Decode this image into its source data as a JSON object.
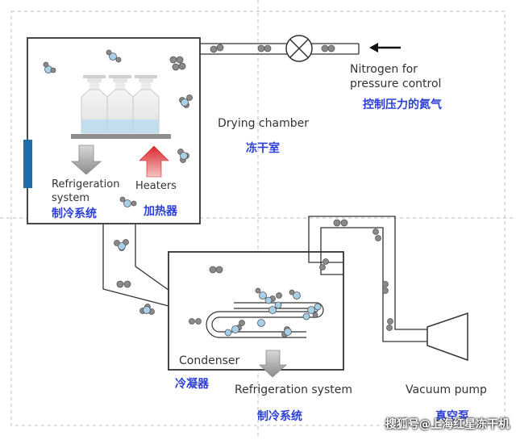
{
  "labels": {
    "nitrogen_line1": "Nitrogen for",
    "nitrogen_line2": "pressure control",
    "nitrogen_zh": "控制压力的氮气",
    "drying_chamber": "Drying chamber",
    "drying_chamber_zh": "冻干室",
    "refrig_line1": "Refrigeration",
    "refrig_line2": "system",
    "refrig_zh": "制冷系统",
    "heaters": "Heaters",
    "heaters_zh": "加热器",
    "condenser": "Condenser",
    "condenser_zh": "冷凝器",
    "refrig_system": "Refrigeration system",
    "refrig_system_zh": "制冷系统",
    "vacuum_pump": "Vacuum pump",
    "vacuum_pump_zh": "真空泵"
  },
  "watermark": "搜狐号@上海红星冻干机",
  "colors": {
    "line": "#333333",
    "molecule_blue": "#a8cfe8",
    "molecule_gray": "#8a8a8a",
    "heater_red": "#d9262b",
    "heater_pink": "#f4b8b8",
    "side_panel": "#1b6fad",
    "label_zh": "#2c3fd6"
  }
}
